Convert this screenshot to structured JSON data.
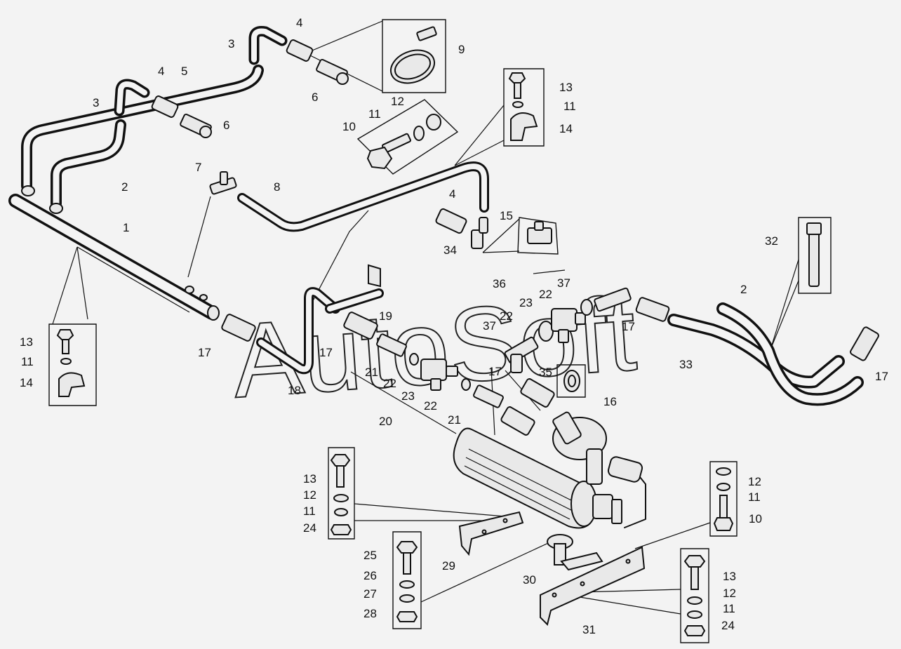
{
  "watermark": "AutoSoft",
  "labels": [
    "1",
    "2",
    "3",
    "4",
    "5",
    "6",
    "7",
    "8",
    "9",
    "10",
    "11",
    "12",
    "13",
    "14",
    "15",
    "16",
    "17",
    "18",
    "19",
    "20",
    "21",
    "22",
    "23",
    "24",
    "25",
    "26",
    "27",
    "28",
    "29",
    "30",
    "31",
    "32",
    "33",
    "34",
    "35",
    "36",
    "37"
  ],
  "colors": {
    "ink": "#111111",
    "background": "#f3f3f3",
    "part_fill": "#e9e9e9"
  }
}
